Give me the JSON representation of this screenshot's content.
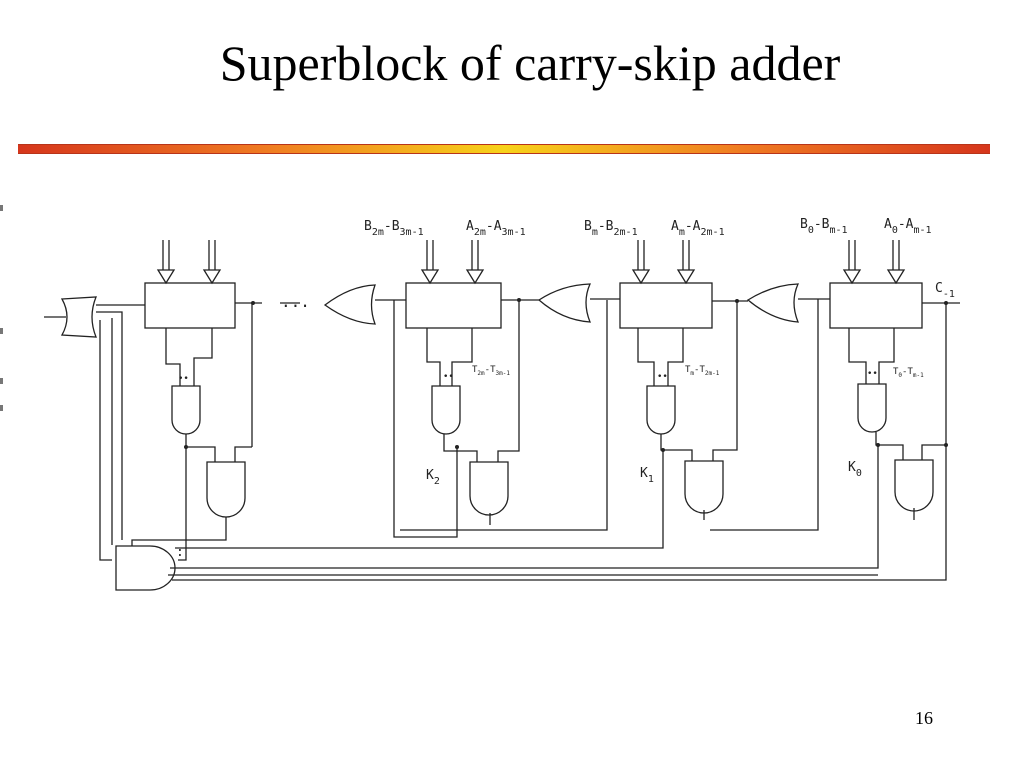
{
  "slide": {
    "title": "Superblock of carry-skip adder",
    "page_number": "16"
  },
  "diagram": {
    "inputs": {
      "block2_b": [
        "B",
        "2m",
        "-B",
        "3m-1"
      ],
      "block2_a": [
        "A",
        "2m",
        "-A",
        "3m-1"
      ],
      "block1_b": [
        "B",
        "m",
        "-B",
        "2m-1"
      ],
      "block1_a": [
        "A",
        "m",
        "-A",
        "2m-1"
      ],
      "block0_b": [
        "B",
        "0",
        "-B",
        "m-1"
      ],
      "block0_a": [
        "A",
        "0",
        "-A",
        "m-1"
      ]
    },
    "carry_in": [
      "C",
      "-1"
    ],
    "propagate_labels": {
      "block2": [
        "T",
        "2m",
        "-T",
        "3m-1"
      ],
      "block1": [
        "T",
        "m",
        "-T",
        "2m-1"
      ],
      "block0": [
        "T",
        "0",
        "-T",
        "m-1"
      ]
    },
    "skip_labels": {
      "k2": [
        "K",
        "2"
      ],
      "k1": [
        "K",
        "1"
      ],
      "k0": [
        "K",
        "0"
      ]
    },
    "ellipsis": "...",
    "dots": "••",
    "vdots": ":"
  }
}
